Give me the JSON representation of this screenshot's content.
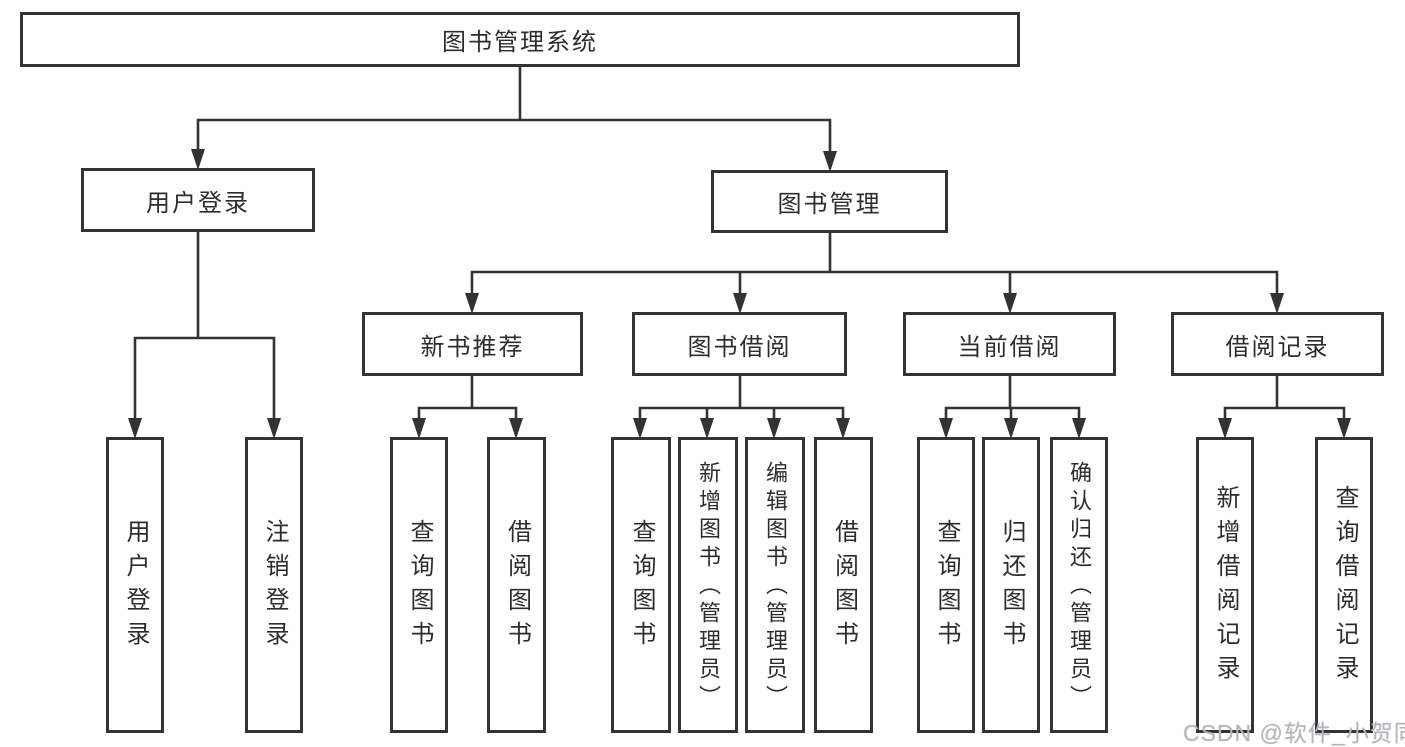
{
  "colors": {
    "background": "#ffffff",
    "line": "#333333",
    "box_border": "#333333",
    "text": "#2d2d2d",
    "watermark": "#b3b6ba"
  },
  "watermark": {
    "text": "CSDN @软件_小贺同学"
  },
  "diagram": {
    "type": "tree",
    "root": {
      "label": "图书管理系统"
    },
    "level2": [
      {
        "label": "用户登录"
      },
      {
        "label": "图书管理"
      }
    ],
    "level3": [
      {
        "label": "新书推荐"
      },
      {
        "label": "图书借阅"
      },
      {
        "label": "当前借阅"
      },
      {
        "label": "借阅记录"
      }
    ],
    "leaves": {
      "user_login": [
        "用户登录",
        "注销登录"
      ],
      "new_book": [
        "查询图书",
        "借阅图书"
      ],
      "book_borrow": [
        "查询图书",
        "新增图书（管理员）",
        "编辑图书（管理员）",
        "借阅图书"
      ],
      "current_borrow": [
        "查询图书",
        "归还图书",
        "确认归还（管理员）"
      ],
      "borrow_record": [
        "新增借阅记录",
        "查询借阅记录"
      ]
    }
  }
}
